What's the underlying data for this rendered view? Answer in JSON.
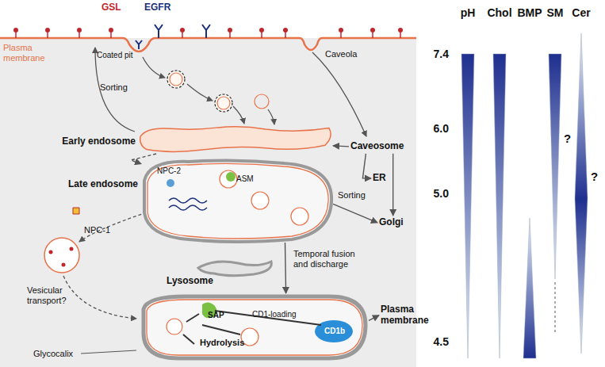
{
  "diagram": {
    "nodes": [
      {
        "text": [
          "Early endosome"
        ]
      },
      {
        "text": [
          "Late endosome"
        ]
      },
      {
        "text": [
          "Lysosome"
        ]
      },
      {
        "text": [
          "Caveosome"
        ]
      },
      {
        "text": [
          "ER"
        ]
      },
      {
        "text": [
          "Golgi"
        ]
      },
      {
        "text": [
          "Plasma membrane"
        ]
      }
    ],
    "edges": [
      {
        "from": 0,
        "to": 1,
        "arrow": "to"
      },
      {
        "from": 3,
        "to": 0,
        "arrow": "to"
      },
      {
        "from": 3,
        "to": 4,
        "arrow": "to"
      },
      {
        "from": 3,
        "to": 5,
        "arrow": "to"
      },
      {
        "from": 1,
        "to": 5,
        "label": "Sorting",
        "arrow": "to"
      },
      {
        "from": 1,
        "to": 2,
        "label": "Temporal fusion and discharge",
        "arrow": "to"
      },
      {
        "from": 2,
        "to": 6,
        "arrow": "to"
      }
    ],
    "labels": [
      "GSL",
      "EGFR",
      "Plasma membrane",
      "Coated pit",
      "Caveola",
      "Sorting",
      "NPC-2",
      "ASM",
      "NPC-1",
      "Vesicular transport?",
      "SAP",
      "CD1-loading",
      "CD1b",
      "Hydrolysis",
      "Glycocalix",
      "pH",
      "Chol",
      "BMP",
      "SM",
      "Cer",
      "7.4",
      "6.0",
      "5.0",
      "4.5",
      "?",
      "?"
    ]
  }
}
